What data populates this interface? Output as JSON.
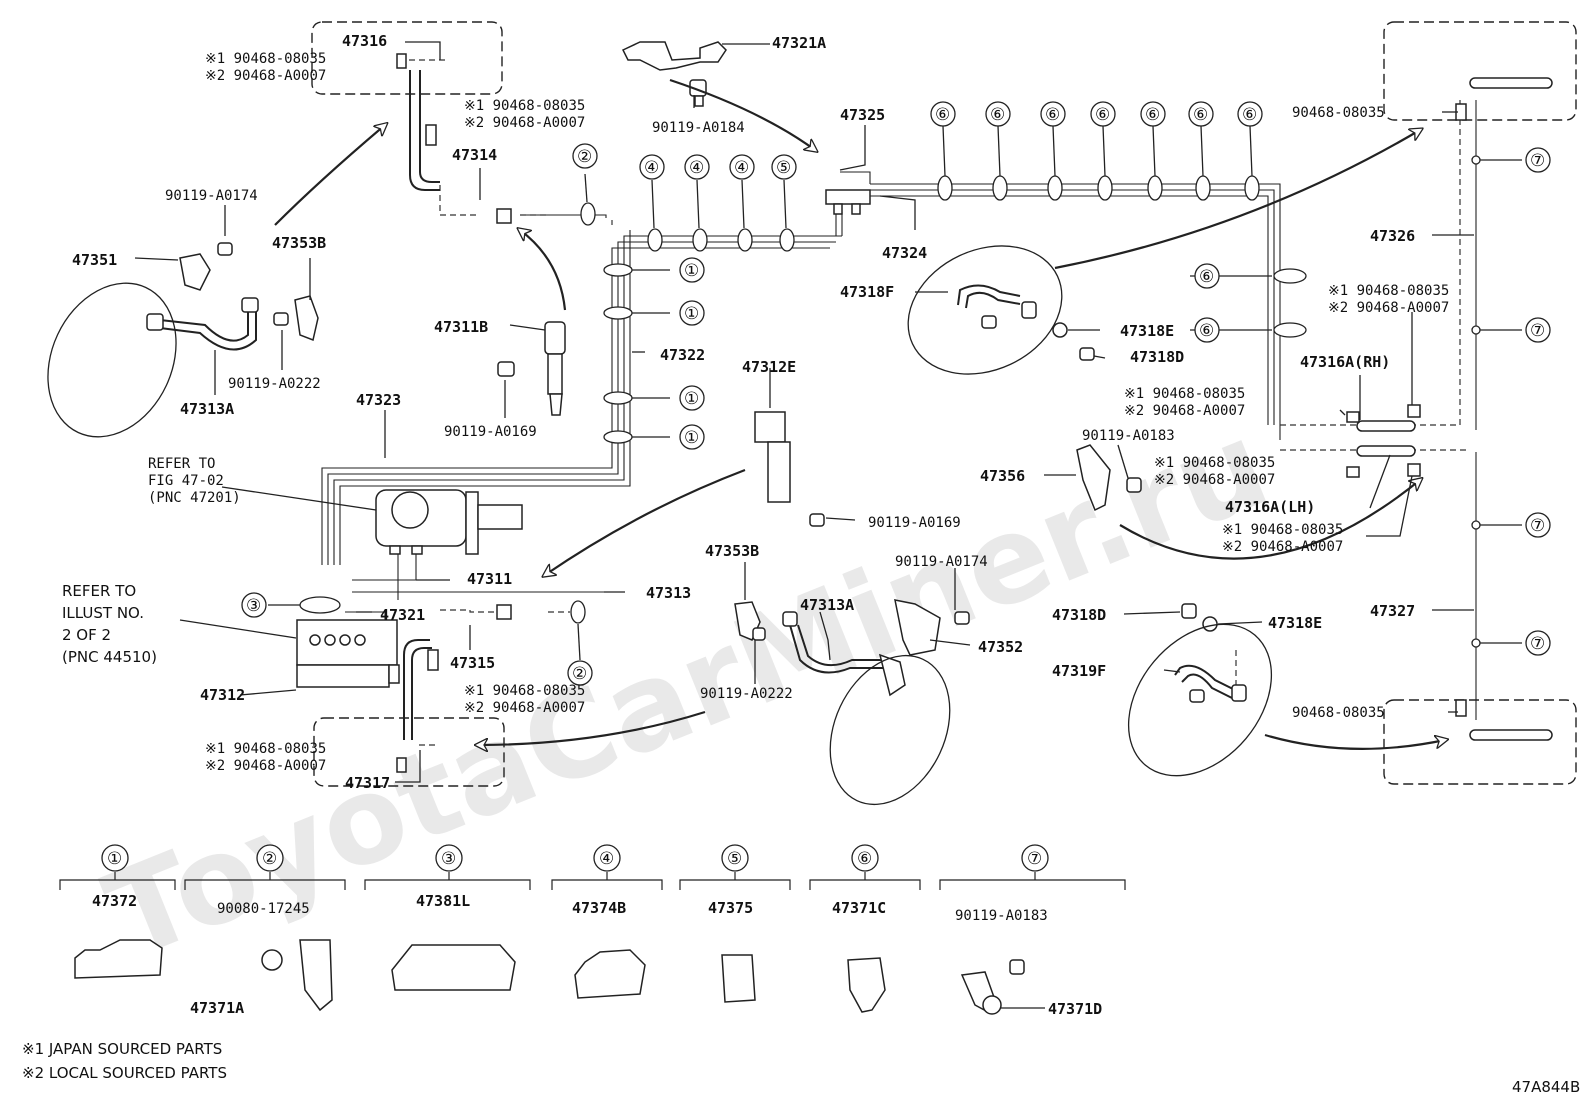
{
  "watermark": "ToyotaCarMiner.ru",
  "figure_code": "47A844B",
  "footnotes": [
    "※1 JAPAN SOURCED PARTS",
    "※2 LOCAL SOURCED PARTS"
  ],
  "refer_notes": {
    "fig": [
      "REFER TO",
      "FIG 47-02",
      "(PNC 47201)"
    ],
    "illust": [
      "REFER TO",
      "ILLUST NO.",
      "2 OF 2",
      "(PNC 44510)"
    ]
  },
  "jp_note_1": "※1 90468-08035",
  "jp_note_2": "※2 90468-A0007",
  "part_labels": {
    "p47316": "47316",
    "p47321A": "47321A",
    "p90119A0184": "90119-A0184",
    "p47325": "47325",
    "p47324": "47324",
    "p47314": "47314",
    "p90119A0174a": "90119-A0174",
    "p47351": "47351",
    "p47353Ba": "47353B",
    "p90119A0222a": "90119-A0222",
    "p47313Aa": "47313A",
    "p47311B": "47311B",
    "p90119A0169a": "90119-A0169",
    "p47322": "47322",
    "p47323": "47323",
    "p47312E": "47312E",
    "p90119A0169b": "90119-A0169",
    "p47311": "47311",
    "p47313": "47313",
    "p47321": "47321",
    "p47315": "47315",
    "p47312": "47312",
    "p47317": "47317",
    "p47353Bb": "47353B",
    "p90119A0222b": "90119-A0222",
    "p47313Ab": "47313A",
    "p90119A0174b": "90119-A0174",
    "p47352": "47352",
    "p47318F": "47318F",
    "p47318Ea": "47318E",
    "p47318Da": "47318D",
    "p90468": "90468-08035",
    "p90468b": "90468-08035",
    "p47326": "47326",
    "p47316ARH": "47316A(RH)",
    "p47316ALH": "47316A(LH)",
    "p90119A0183": "90119-A0183",
    "p47356": "47356",
    "p47318Db": "47318D",
    "p47318Eb": "47318E",
    "p47319F": "47319F",
    "p47327": "47327"
  },
  "legend": [
    {
      "num": "①",
      "parts": [
        "47372"
      ]
    },
    {
      "num": "②",
      "parts": [
        "90080-17245",
        "47371A"
      ]
    },
    {
      "num": "③",
      "parts": [
        "47381L"
      ]
    },
    {
      "num": "④",
      "parts": [
        "47374B"
      ]
    },
    {
      "num": "⑤",
      "parts": [
        "47375"
      ]
    },
    {
      "num": "⑥",
      "parts": [
        "47371C"
      ]
    },
    {
      "num": "⑦",
      "parts": [
        "90119-A0183",
        "47371D"
      ]
    }
  ],
  "circle_nums": {
    "one": "①",
    "two": "②",
    "three": "③",
    "four": "④",
    "five": "⑤",
    "six": "⑥",
    "seven": "⑦"
  }
}
